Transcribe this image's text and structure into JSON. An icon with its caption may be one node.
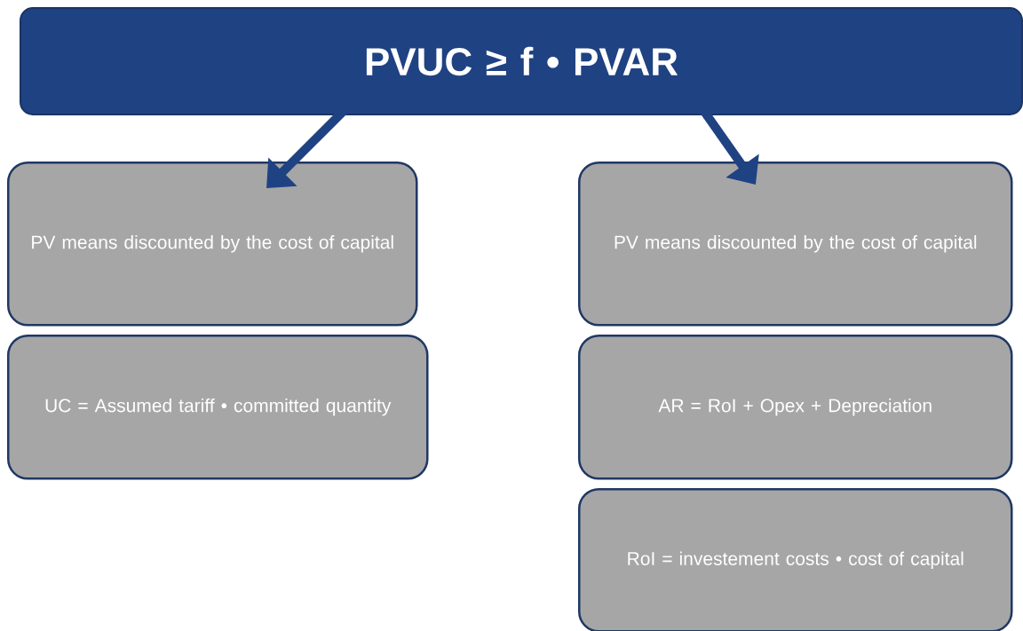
{
  "diagram": {
    "nodes": [
      {
        "text": [
          "PVUC ≥ f • PVAR"
        ]
      },
      {
        "text": [
          "PV means discounted by the cost of capital"
        ]
      },
      {
        "text": [
          "UC = Assumed tariff • committed quantity"
        ]
      },
      {
        "text": [
          "PV means discounted by the cost of capital"
        ]
      },
      {
        "text": [
          "AR = RoI + Opex + Depreciation"
        ]
      },
      {
        "text": [
          "RoI = investement costs • cost of capital"
        ]
      }
    ],
    "edges": [
      {
        "from": 0,
        "to": 1,
        "arrow": "to"
      },
      {
        "from": 0,
        "to": 3,
        "arrow": "to"
      }
    ]
  }
}
